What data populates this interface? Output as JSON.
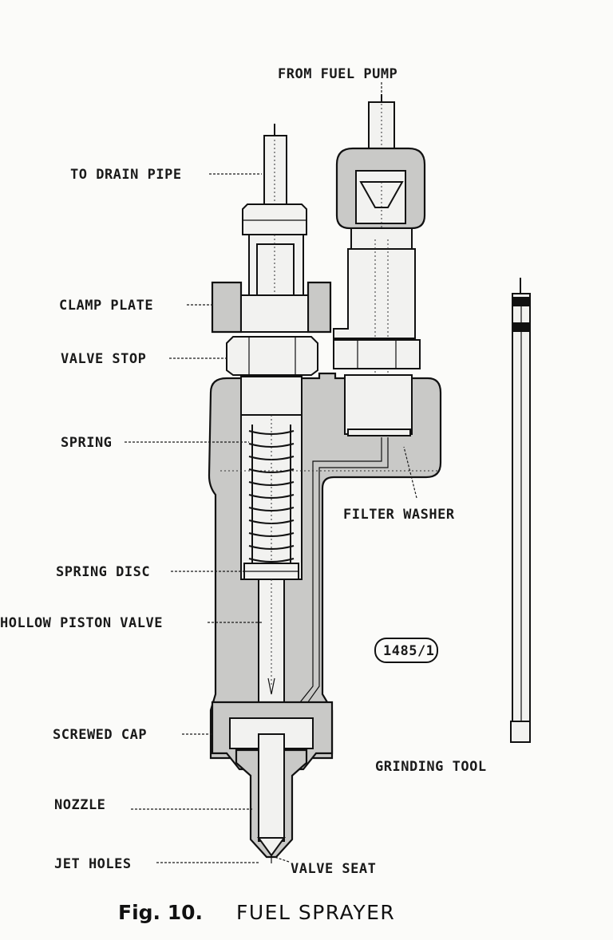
{
  "labels": {
    "from_fuel_pump": "FROM FUEL PUMP",
    "to_drain_pipe": "TO DRAIN PIPE",
    "clamp_plate": "CLAMP PLATE",
    "valve_stop": "VALVE STOP",
    "spring": "SPRING",
    "filter_washer": "FILTER WASHER",
    "spring_disc": "SPRING DISC",
    "hollow_piston_valve": "HOLLOW PISTON VALVE",
    "part_number": "1485/1",
    "screwed_cap": "SCREWED CAP",
    "grinding_tool": "GRINDING TOOL",
    "nozzle": "NOZZLE",
    "jet_holes": "JET HOLES",
    "valve_seat": "VALVE SEAT"
  },
  "caption": {
    "fig": "Fig. 10.",
    "title": "FUEL SPRAYER"
  }
}
